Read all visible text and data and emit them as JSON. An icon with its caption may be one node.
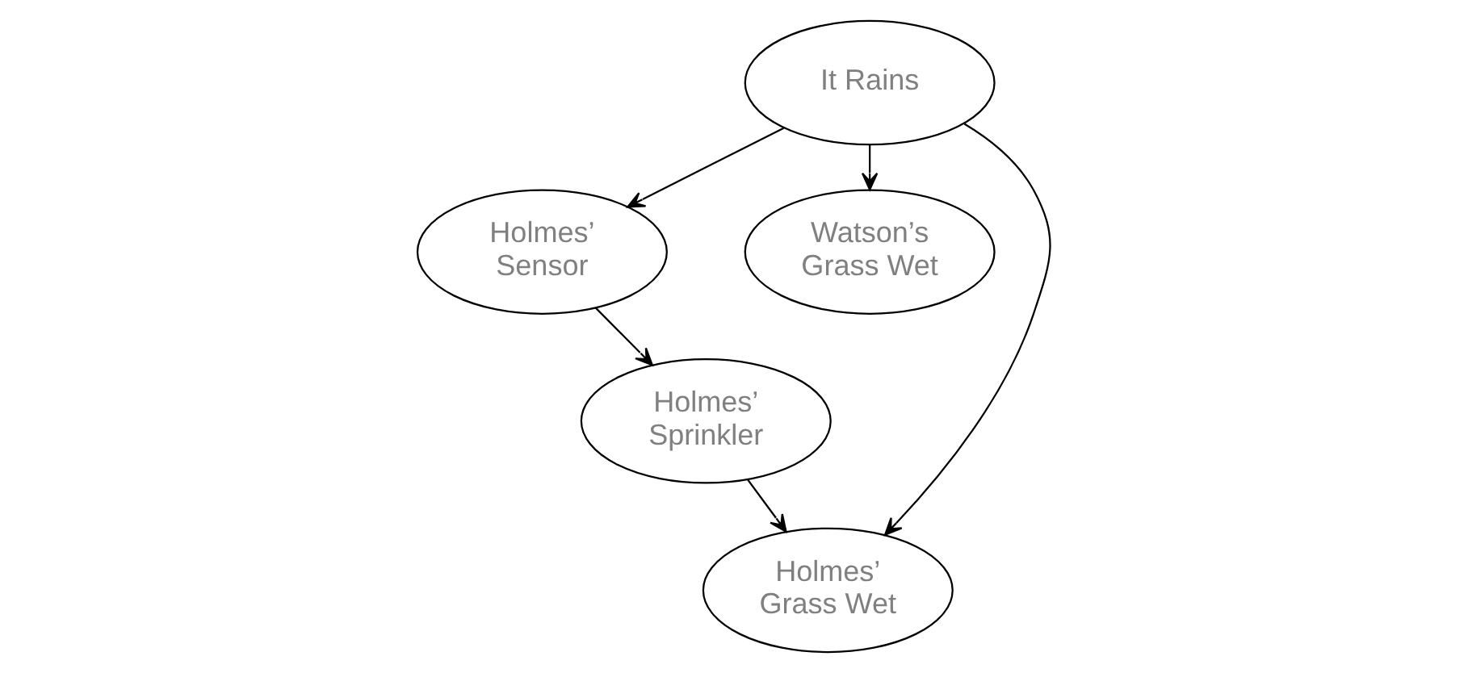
{
  "diagram": {
    "nodes": [
      {
        "text": [
          "It Rains"
        ]
      },
      {
        "text": [
          "Holmes’ Sensor"
        ]
      },
      {
        "text": [
          "Watson’s Grass Wet"
        ]
      },
      {
        "text": [
          "Holmes’ Sprinkler"
        ]
      },
      {
        "text": [
          "Holmes’ Grass Wet"
        ]
      }
    ],
    "edges": [
      {
        "from": 0,
        "to": 1,
        "arrow": "to"
      },
      {
        "from": 0,
        "to": 2,
        "arrow": "to"
      },
      {
        "from": 0,
        "to": 4,
        "arrow": "to"
      },
      {
        "from": 1,
        "to": 3,
        "arrow": "to"
      },
      {
        "from": 3,
        "to": 4,
        "arrow": "to"
      }
    ]
  }
}
